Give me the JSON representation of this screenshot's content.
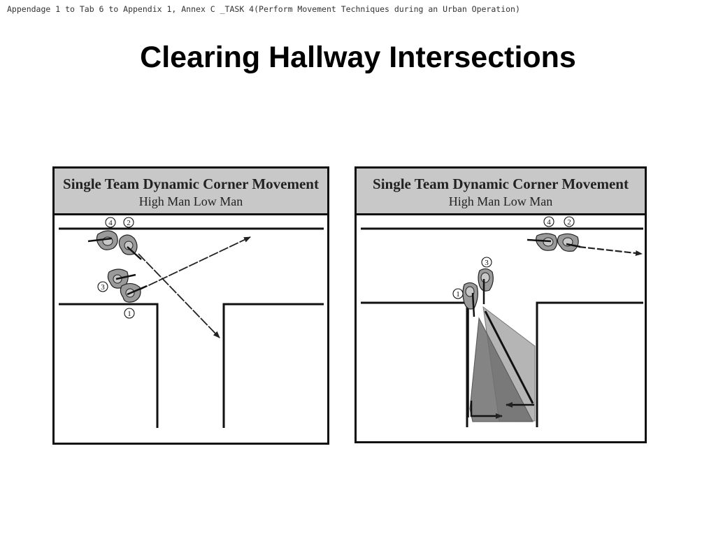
{
  "header": {
    "reference": "Appendage 1 to Tab 6 to Appendix 1, Annex C _TASK 4(Perform Movement Techniques during an Urban Operation)"
  },
  "slide": {
    "title": "Clearing Hallway Intersections"
  },
  "diagrams": [
    {
      "title": "Single Team Dynamic Corner Movement",
      "subtitle": "High Man Low Man",
      "position_labels": [
        "4",
        "2",
        "3",
        "1"
      ]
    },
    {
      "title": "Single Team Dynamic Corner Movement",
      "subtitle": "High Man Low Man",
      "position_labels": [
        "4",
        "2",
        "3",
        "1"
      ]
    }
  ],
  "colors": {
    "panel_header_bg": "#c8c8c8",
    "soldier_fill": "#9a9a9a",
    "sector_dark": "#6e6e6e",
    "sector_light": "#a8a8a8",
    "line": "#111111"
  }
}
